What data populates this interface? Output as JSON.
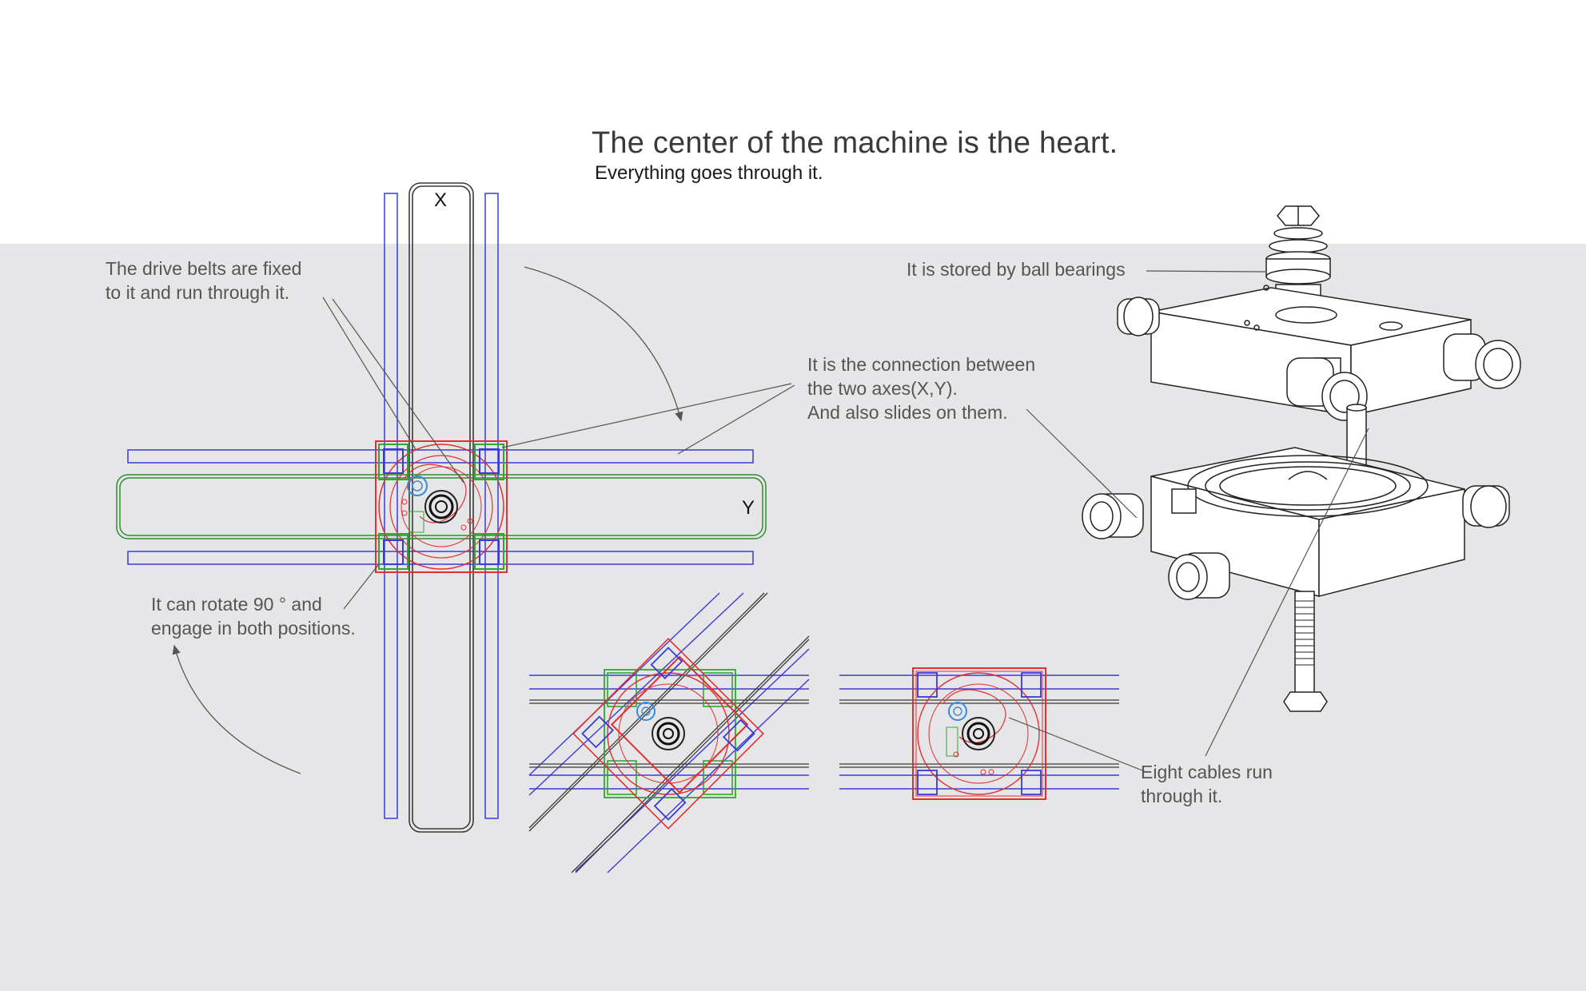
{
  "header": {
    "title": "The center of the machine is the heart.",
    "subtitle": "Everything goes through it."
  },
  "axes": {
    "x_label": "X",
    "y_label": "Y"
  },
  "annotations": {
    "drive_belts": "The drive belts are fixed\nto it and run through it.",
    "connection": "It is the connection between\nthe two axes(X,Y).\nAnd also slides on them.",
    "rotate": "It can rotate 90 ° and\nengage in both positions.",
    "ball_bearings": "It is stored by ball bearings",
    "cables": "Eight cables run\nthrough it."
  },
  "colors": {
    "background_panel": "#e6e6e8",
    "rail_blue": "#3a3ad8",
    "part_red": "#e03030",
    "part_green": "#2fa82f",
    "outline": "#3a3a3a",
    "leader": "#555555"
  }
}
